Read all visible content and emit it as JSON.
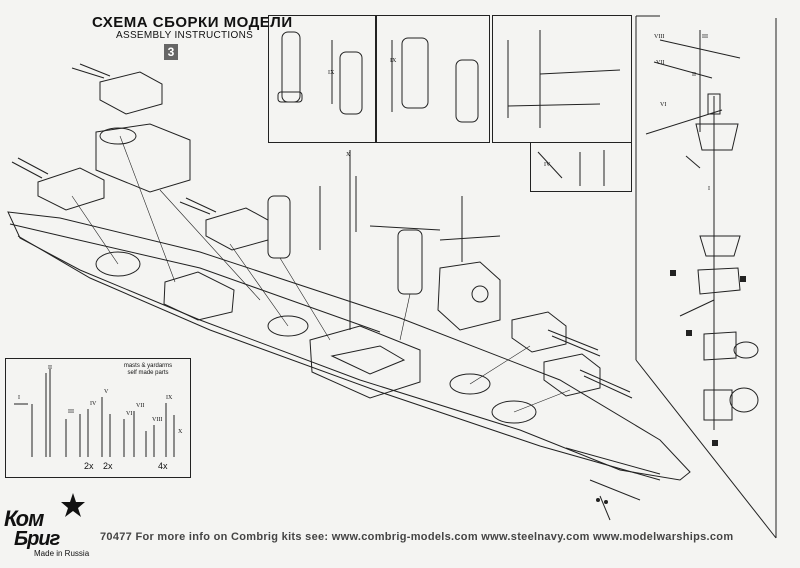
{
  "header": {
    "title_ru": "СХЕМА СБОРКИ МОДЕЛИ",
    "title_en": "ASSEMBLY INSTRUCTIONS",
    "step_number": "3"
  },
  "legend": {
    "title_line1": "masts & yardarms",
    "title_line2": "self made parts",
    "labels": [
      "I",
      "II",
      "III",
      "IV",
      "V",
      "VI",
      "VII",
      "VIII",
      "IX",
      "X"
    ],
    "multipliers": [
      "2x",
      "2x",
      "4x"
    ]
  },
  "callouts": [
    "IX",
    "IX",
    "IV",
    "VIII",
    "III",
    "VII",
    "II",
    "VI",
    "I",
    "X"
  ],
  "brand": {
    "line1": "Ком",
    "line2": "Бриг",
    "made_in": "Made in Russia"
  },
  "footer": {
    "text": "70477  For more info on Combrig kits see:  www.combrig-models.com  www.steelnavy.com  www.modelwarships.com"
  }
}
